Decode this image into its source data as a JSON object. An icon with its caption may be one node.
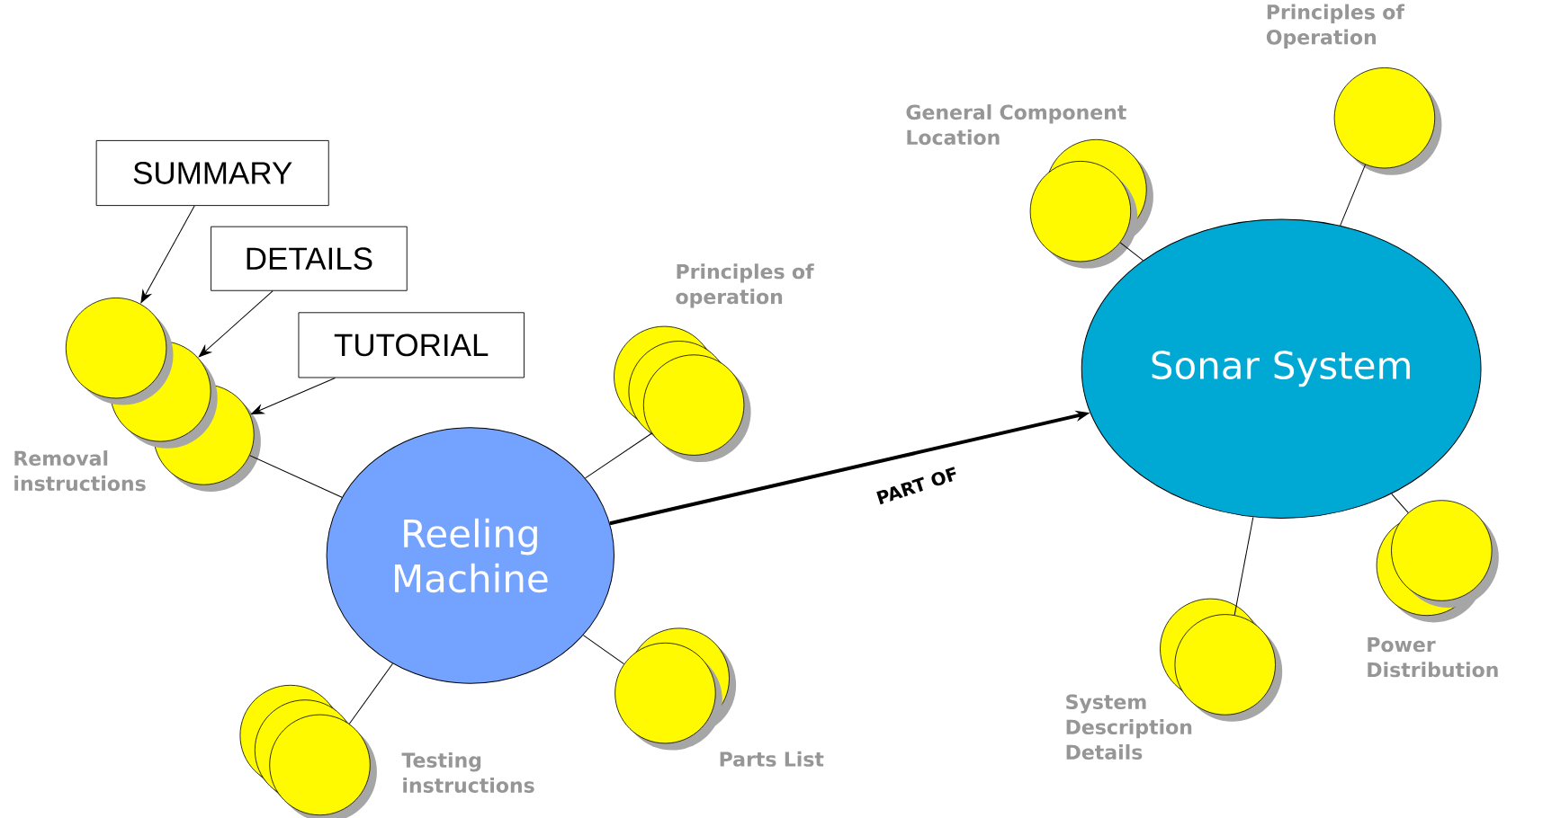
{
  "diagram": {
    "nodes": [
      {
        "text": [
          "Reeling Machine"
        ]
      },
      {
        "text": [
          "Sonar System"
        ]
      },
      {
        "text": [
          "SUMMARY"
        ]
      },
      {
        "text": [
          "DETAILS"
        ]
      },
      {
        "text": [
          "TUTORIAL"
        ]
      },
      {
        "text": [],
        "shape": "circle"
      },
      {
        "text": [],
        "shape": "circle",
        "beside": [
          "Removal instructions"
        ]
      },
      {
        "text": [],
        "shape": "circle"
      },
      {
        "text": [],
        "shape": "circle",
        "beside": [
          "Principles of operation"
        ]
      },
      {
        "text": [],
        "shape": "circle",
        "beside": [
          "Testing instructions"
        ]
      },
      {
        "text": [],
        "shape": "circle",
        "beside": [
          "Parts List"
        ]
      },
      {
        "text": [],
        "shape": "circle",
        "beside": [
          "General Component Location"
        ]
      },
      {
        "text": [],
        "shape": "circle",
        "beside": [
          "Principles of Operation"
        ]
      },
      {
        "text": [],
        "shape": "circle",
        "beside": [
          "Power Distribution"
        ]
      },
      {
        "text": [],
        "shape": "circle",
        "beside": [
          "System Description Details"
        ]
      }
    ],
    "edges": [
      {
        "from": 2,
        "to": 7,
        "arrow": "to"
      },
      {
        "from": 3,
        "to": 6,
        "arrow": "to"
      },
      {
        "from": 4,
        "to": 5,
        "arrow": "to"
      },
      {
        "from": 0,
        "to": 5,
        "arrow": "none"
      },
      {
        "from": 0,
        "to": 8,
        "arrow": "none"
      },
      {
        "from": 0,
        "to": 9,
        "arrow": "none"
      },
      {
        "from": 0,
        "to": 10,
        "arrow": "none"
      },
      {
        "from": 0,
        "to": 1,
        "arrow": "to",
        "label": "PART OF",
        "style": "thick"
      },
      {
        "from": 1,
        "to": 11,
        "arrow": "none"
      },
      {
        "from": 1,
        "to": 12,
        "arrow": "none"
      },
      {
        "from": 1,
        "to": 13,
        "arrow": "none"
      },
      {
        "from": 1,
        "to": 14,
        "arrow": "none"
      }
    ]
  }
}
